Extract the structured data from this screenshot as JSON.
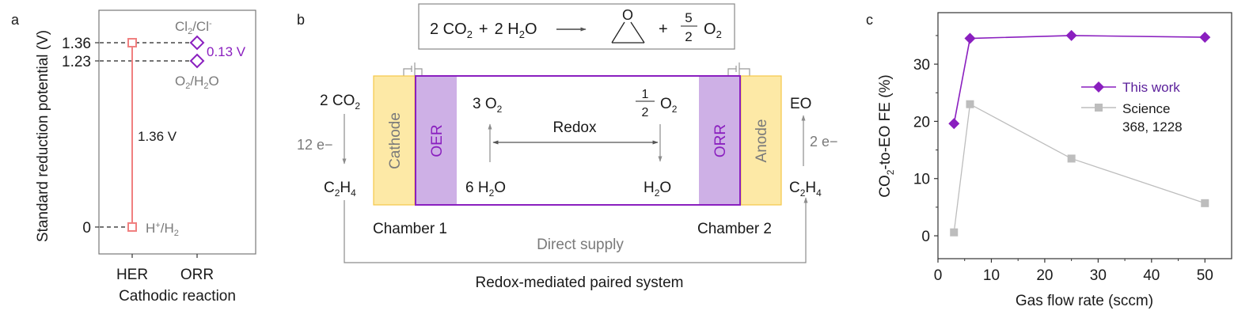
{
  "panels": {
    "a": {
      "label": "a",
      "ylabel": "Standard reduction potential (V)",
      "xlabel": "Cathodic reaction",
      "yticks": [
        "1.36",
        "1.23",
        "0"
      ],
      "xticks": [
        "HER",
        "ORR"
      ],
      "annotations": {
        "cl2_main": "Cl",
        "cl2_sub": "2",
        "cl2_rest": "/Cl",
        "cl2_sup": "-",
        "o2_main": "O",
        "o2_sub": "2",
        "o2_mid": "/H",
        "o2_sub2": "2",
        "o2_end": "O",
        "h_main": "H",
        "h_sup": "+",
        "h_mid": "/H",
        "h_sub": "2",
        "gap_label": "0.13 V",
        "span_label": "1.36 V"
      },
      "colors": {
        "her": "#f08080",
        "orr": "#8a1fbf",
        "text_gray": "#7a7a7a"
      }
    },
    "b": {
      "label": "b",
      "equation": {
        "reactant1_coef": "2 CO",
        "reactant1_sub": "2",
        "plus1": "+",
        "reactant2_coef": "2 H",
        "reactant2_sub": "2",
        "reactant2_end": "O",
        "epoxide_o": "O",
        "plus2": "+",
        "frac_num": "5",
        "frac_den": "2",
        "product_o": "O",
        "product_sub": "2"
      },
      "left": {
        "top": "2 CO",
        "top_sub": "2",
        "electrons": "12 e−",
        "bottom_c": "C",
        "bottom_sub1": "2",
        "bottom_h": "H",
        "bottom_sub2": "4",
        "chamber": "Chamber 1"
      },
      "right": {
        "top": "EO",
        "electrons": "2 e−",
        "bottom_c": "C",
        "bottom_sub1": "2",
        "bottom_h": "H",
        "bottom_sub2": "4",
        "chamber": "Chamber 2"
      },
      "electrodes": {
        "cathode": "Cathode",
        "oer": "OER",
        "orr": "ORR",
        "anode": "Anode"
      },
      "middle": {
        "left_top": "3 O",
        "left_top_sub": "2",
        "left_bottom": "6 H",
        "left_bottom_sub": "2",
        "left_bottom_end": "O",
        "redox": "Redox",
        "right_frac_num": "1",
        "right_frac_den": "2",
        "right_top": "O",
        "right_top_sub": "2",
        "right_bottom": "H",
        "right_bottom_sub": "2",
        "right_bottom_end": "O"
      },
      "direct_supply": "Direct supply",
      "caption": "Redox-mediated paired system",
      "colors": {
        "electrode_fill": "#fde9a6",
        "electrode_border": "#f5c84a",
        "catalyst_fill": "#ceb0e6",
        "frame": "#8a1fbf",
        "arrow": "#8c8c8c"
      }
    },
    "c": {
      "label": "c"
    }
  },
  "chart_data": {
    "type": "line",
    "title": "",
    "xlabel": "Gas flow rate (sccm)",
    "ylabel_pre": "CO",
    "ylabel_sub": "2",
    "ylabel_post": "-to-EO FE (%)",
    "ylabel": "CO2-to-EO FE (%)",
    "xlim": [
      0,
      55
    ],
    "ylim": [
      -4,
      39
    ],
    "xticks": [
      0,
      10,
      20,
      30,
      40,
      50
    ],
    "yticks": [
      0,
      10,
      20,
      30
    ],
    "grid": false,
    "legend_position": "center-right",
    "series": [
      {
        "name": "This work",
        "color": "#8a1fbf",
        "marker": "diamond",
        "x": [
          3,
          6,
          25,
          50
        ],
        "values": [
          19.6,
          34.5,
          35.0,
          34.7
        ]
      },
      {
        "name": "Science 368, 1228",
        "name_line1": "Science",
        "name_line2": "368, 1228",
        "color": "#bdbdbd",
        "marker": "square",
        "x": [
          3,
          6,
          25,
          50
        ],
        "values": [
          0.6,
          23.0,
          13.5,
          5.7
        ]
      }
    ]
  }
}
